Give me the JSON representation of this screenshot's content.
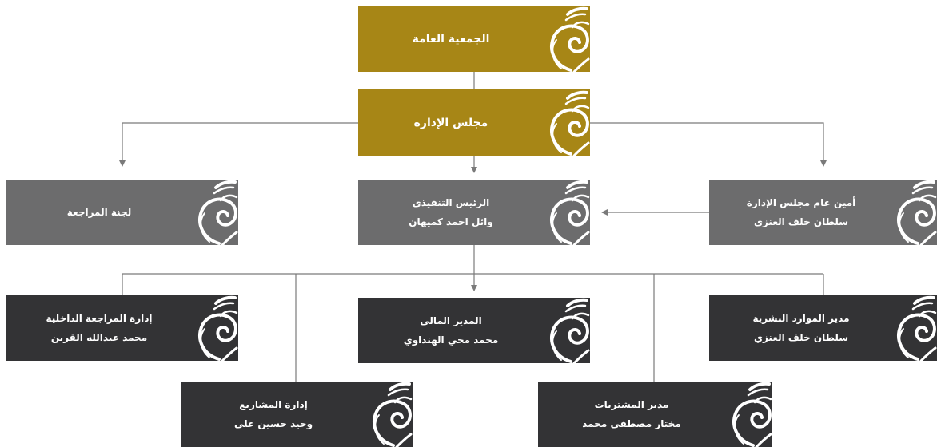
{
  "nodes": {
    "general_assembly": {
      "title": "الجمعية العامة"
    },
    "board": {
      "title": "مجلس الإدارة"
    },
    "audit_committee": {
      "title": "لجنة المراجعة"
    },
    "ceo": {
      "title": "الرئيس التنفيذي",
      "name": "وائل احمد كميهان"
    },
    "board_secretary": {
      "title": "أمين عام مجلس الإدارة",
      "name": "سلطان خلف العنزي"
    },
    "internal_audit": {
      "title": "إدارة المراجعة الداخلية",
      "name": "محمد عبدالله القرين"
    },
    "cfo": {
      "title": "المدير المالي",
      "name": "محمد محي الهنداوي"
    },
    "hr": {
      "title": "مدير الموارد البشرية",
      "name": "سلطان خلف العنزي"
    },
    "projects": {
      "title": "إدارة المشاريع",
      "name": "وحيد حسين علي"
    },
    "procurement": {
      "title": "مدير المشتريات",
      "name": "مختار مصطفى محمد"
    }
  },
  "colors": {
    "gold": "#a78616",
    "grey": "#6c6c6d",
    "dark": "#333335",
    "connector": "#7a7a7a"
  },
  "motif_icon": "arabesque-swirl-icon"
}
